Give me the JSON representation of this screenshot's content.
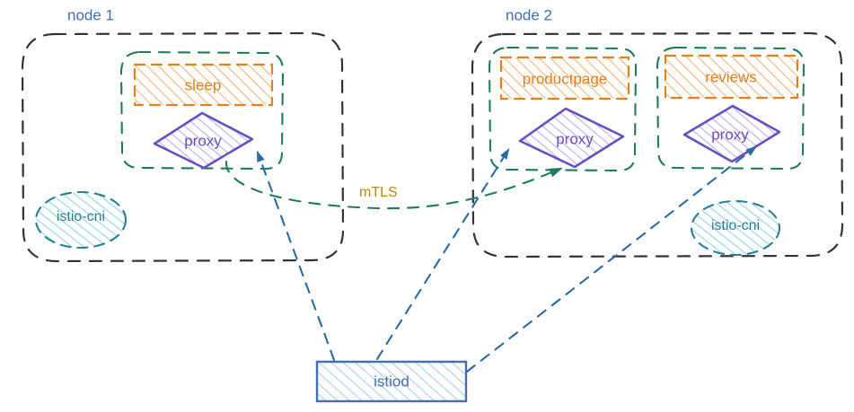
{
  "diagram": {
    "title_nodes": [
      {
        "id": "node1",
        "label": "node 1"
      },
      {
        "id": "node2",
        "label": "node 2"
      }
    ],
    "node1": {
      "label": "node 1",
      "pods": [
        {
          "app_label": "sleep",
          "proxy_label": "proxy"
        }
      ],
      "cni_label": "istio-cni"
    },
    "node2": {
      "label": "node 2",
      "pods": [
        {
          "app_label": "productpage",
          "proxy_label": "proxy"
        },
        {
          "app_label": "reviews",
          "proxy_label": "proxy"
        }
      ],
      "cni_label": "istio-cni"
    },
    "control_plane": {
      "label": "istiod"
    },
    "connections": {
      "mtls_label": "mTLS"
    },
    "colors": {
      "node_border": "#333333",
      "pod_border": "#1f7a5e",
      "app_fill_stroke": "#e08124",
      "proxy_stroke": "#6a4fc0",
      "proxy_hatch": "#9b8de0",
      "cni_stroke": "#2b7f92",
      "cni_hatch": "#6fc7d8",
      "istiod_stroke": "#3f6fb5",
      "istiod_hatch": "#8fb7e0",
      "mtls_line": "#1f7a5e",
      "xds_line": "#2a6aa8",
      "node_label": "#3f6fb5",
      "mtls_label": "#b58b15"
    }
  }
}
